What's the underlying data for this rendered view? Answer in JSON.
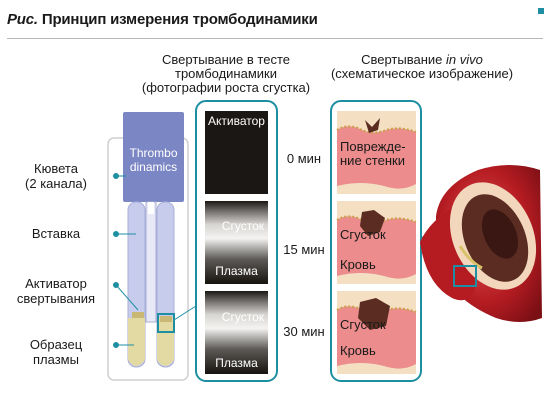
{
  "title": {
    "prefix": "Рис.",
    "text": "Принцип измерения тромбодинамики"
  },
  "headers": {
    "test_line1": "Свертывание в тесте",
    "test_line2": "тромбодинамики",
    "test_line3": "(фотографии роста сгустка)",
    "vivo_line1_pre": "Свертывание",
    "vivo_line1_em": "in vivo",
    "vivo_line2": "(схематическое изображение)"
  },
  "device": {
    "logo_line1": "Thrombo",
    "logo_line2": "dinamics"
  },
  "labels": {
    "cuvette_line1": "Кювета",
    "cuvette_line2": "(2 канала)",
    "insert": "Вставка",
    "activator_line1": "Активатор",
    "activator_line2": "свертывания",
    "sample_line1": "Образец",
    "sample_line2": "плазмы"
  },
  "times": [
    "0 мин",
    "15 мин",
    "30 мин"
  ],
  "test_frames": [
    {
      "top": "Активатор",
      "mid": "",
      "bottom": ""
    },
    {
      "top": "",
      "mid": "Сгусток",
      "bottom": "Плазма"
    },
    {
      "top": "",
      "mid": "Сгусток",
      "bottom": "Плазма"
    }
  ],
  "vivo_frames": [
    {
      "line1": "Поврежде-",
      "line2": "ние стенки",
      "line3": ""
    },
    {
      "line1": "Сгусток",
      "line2": "",
      "line3": "Кровь"
    },
    {
      "line1": "Сгусток",
      "line2": "",
      "line3": "Кровь"
    }
  ],
  "colors": {
    "accent": "#1e8fa3",
    "cuvette_top": "#7b86c4",
    "channel": "#c8ccec",
    "plasma": "#e2d9a3",
    "tissue": "#f4dfc3",
    "blood": "#ec8c8c",
    "vessel": "#b51c22"
  }
}
